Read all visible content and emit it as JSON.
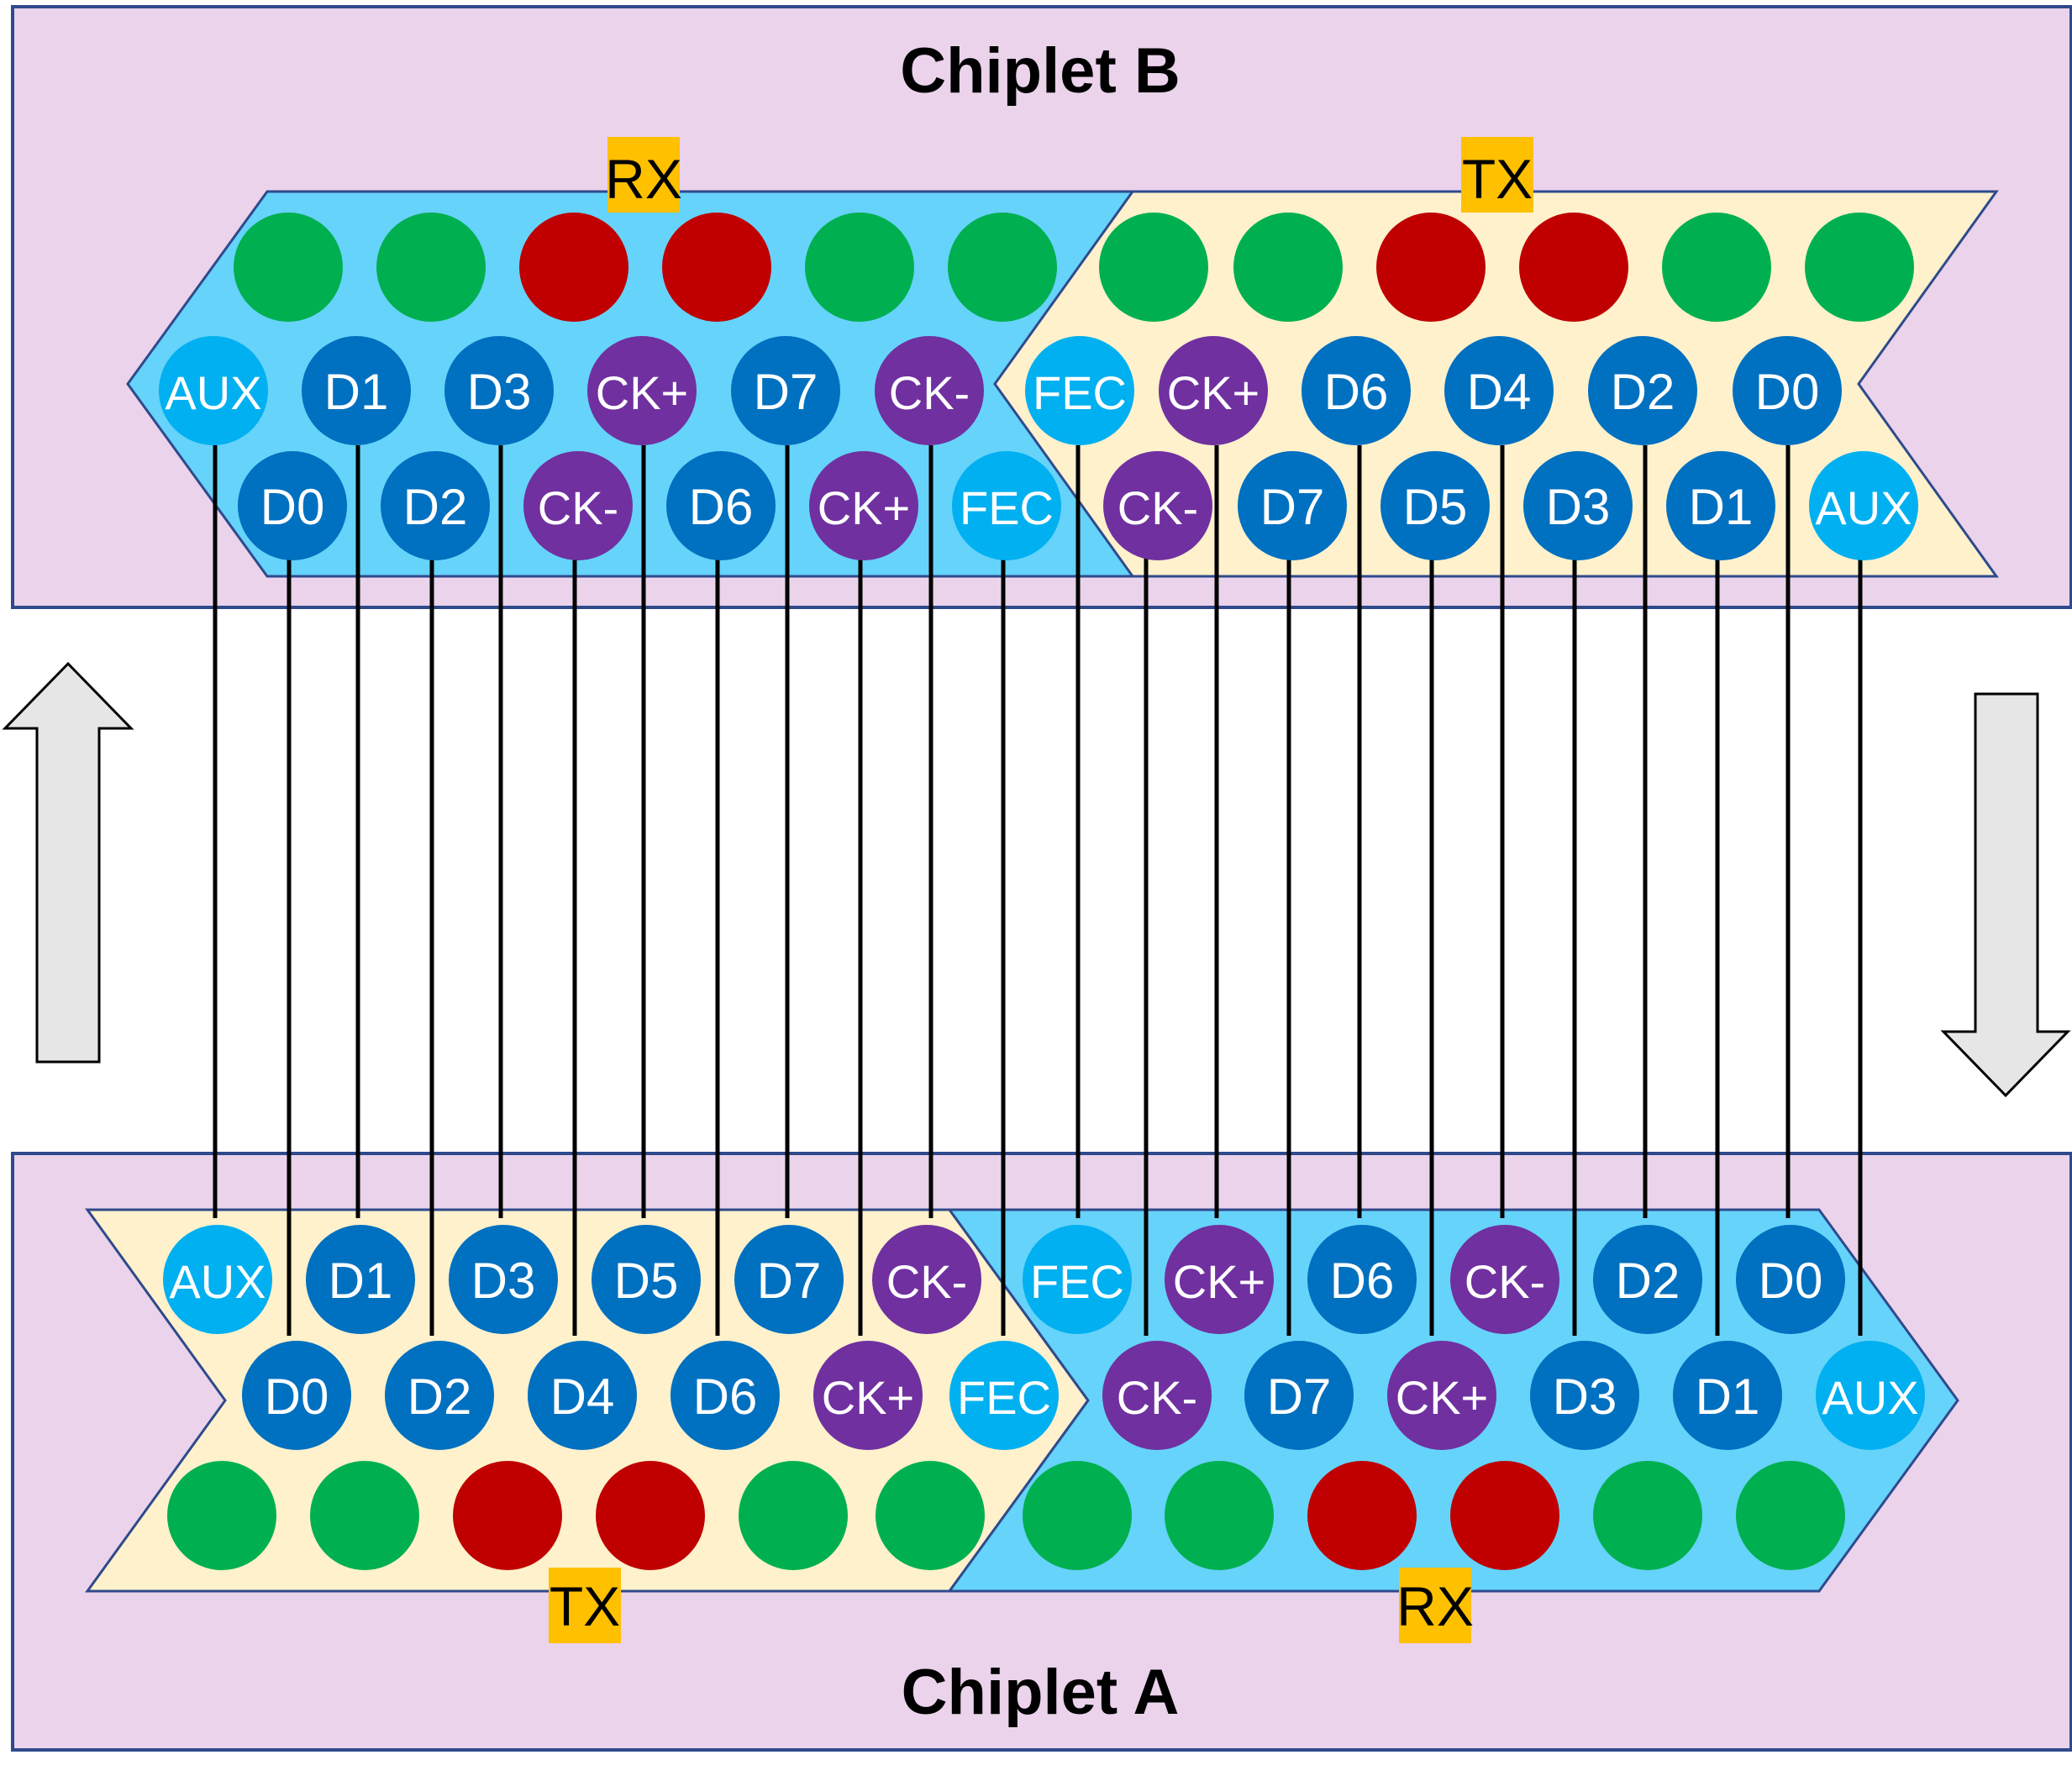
{
  "colors": {
    "chiplet_bg": "#EBD3EB",
    "chiplet_border": "#2F4A8C",
    "rx_region": "#66D3FA",
    "tx_region": "#FEF1CC",
    "label_bg": "#FFC000",
    "pin_data": "#0070C0",
    "pin_aux_fec": "#00B0F0",
    "pin_clock": "#7030A0",
    "power": "#00B050",
    "ground": "#C00000",
    "wire": "#000000",
    "arrow_fill": "#E6E6E6"
  },
  "chiplet_b": {
    "title": "Chiplet B",
    "rx_label": "RX",
    "tx_label": "TX",
    "supply_row": [
      "power",
      "power",
      "ground",
      "ground",
      "power",
      "power",
      "power",
      "power",
      "ground",
      "ground",
      "power",
      "power"
    ],
    "row1": [
      "AUX",
      "D1",
      "D3",
      "CK+",
      "D7",
      "CK-",
      "FEC",
      "CK+",
      "D6",
      "D4",
      "D2",
      "D0"
    ],
    "row2": [
      "D0",
      "D2",
      "CK-",
      "D6",
      "CK+",
      "FEC",
      "CK-",
      "D7",
      "D5",
      "D3",
      "D1",
      "AUX"
    ]
  },
  "chiplet_a": {
    "title": "Chiplet A",
    "rx_label": "RX",
    "tx_label": "TX",
    "supply_row": [
      "power",
      "power",
      "ground",
      "ground",
      "power",
      "power",
      "power",
      "power",
      "ground",
      "ground",
      "power",
      "power"
    ],
    "row1": [
      "AUX",
      "D1",
      "D3",
      "D5",
      "D7",
      "CK-",
      "FEC",
      "CK+",
      "D6",
      "CK-",
      "D2",
      "D0"
    ],
    "row2": [
      "D0",
      "D2",
      "D4",
      "D6",
      "CK+",
      "FEC",
      "CK-",
      "D7",
      "CK+",
      "D3",
      "D1",
      "AUX"
    ]
  },
  "arrows": [
    "up-arrow",
    "down-arrow"
  ]
}
